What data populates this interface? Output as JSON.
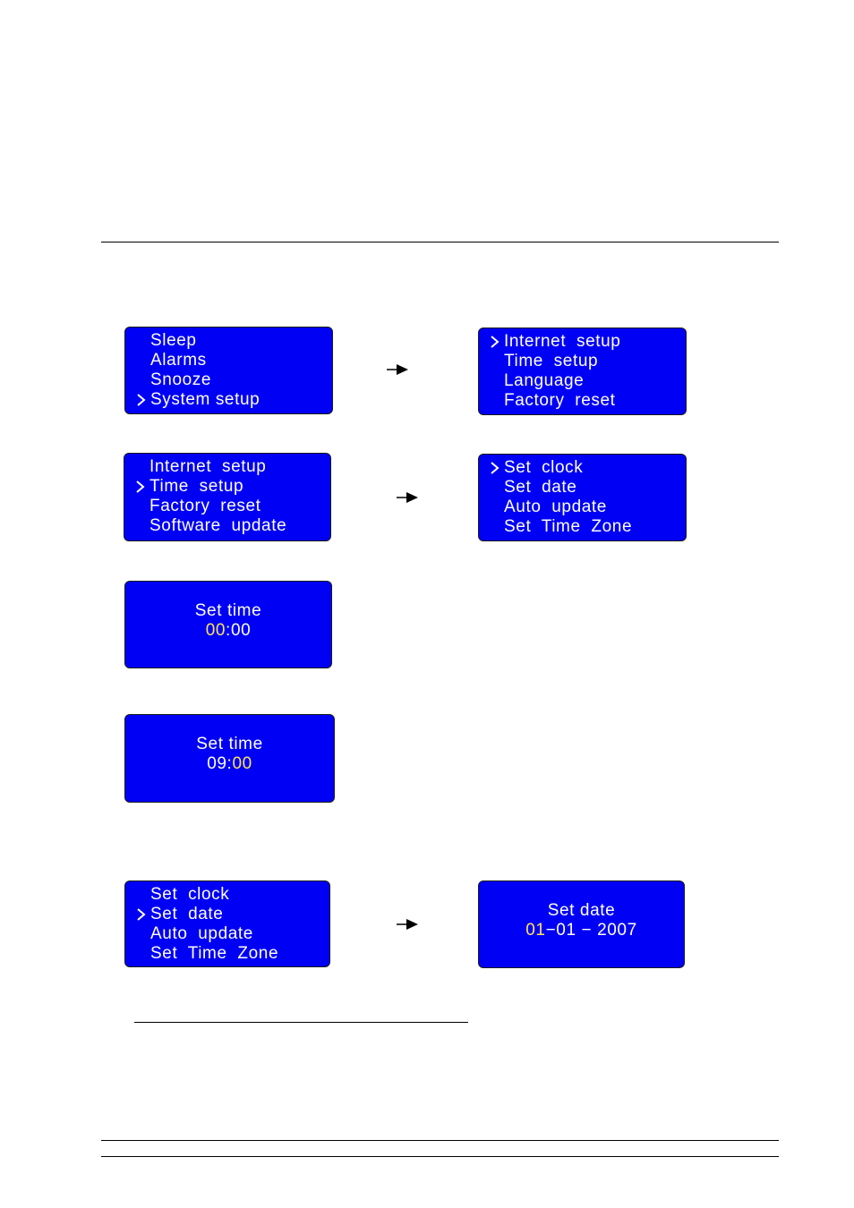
{
  "screens": {
    "main_menu": {
      "items": [
        "Sleep",
        "Alarms",
        "Snooze",
        "System setup"
      ],
      "selected": 3
    },
    "system_menu": {
      "items": [
        "Internet  setup",
        "Time  setup",
        "Language",
        "Factory  reset"
      ],
      "selected": 0
    },
    "system_menu_scrolled": {
      "items": [
        "Internet  setup",
        "Time  setup",
        "Factory  reset",
        "Software  update"
      ],
      "selected": 1
    },
    "time_menu": {
      "items": [
        "Set  clock",
        "Set  date",
        "Auto  update",
        "Set  Time  Zone"
      ],
      "selected": 0
    },
    "set_time_hours": {
      "title": "Set time",
      "hours": "00",
      "separator": ":",
      "minutes": "00"
    },
    "set_time_minutes": {
      "title": "Set time",
      "hours": "09",
      "separator": ":",
      "minutes": "00"
    },
    "time_menu_date": {
      "items": [
        "Set  clock",
        "Set  date",
        "Auto  update",
        "Set  Time  Zone"
      ],
      "selected": 1
    },
    "set_date": {
      "title": "Set date",
      "day": "01",
      "sep1": "−",
      "month": "01",
      "sep2": " − ",
      "year": "2007"
    }
  },
  "colors": {
    "screen_bg": "#0000f4",
    "screen_text": "#ffffff",
    "highlight": "#ffe45a"
  },
  "icons": {
    "cursor": "chevron-right-icon",
    "flow_arrow": "arrow-right-icon"
  }
}
